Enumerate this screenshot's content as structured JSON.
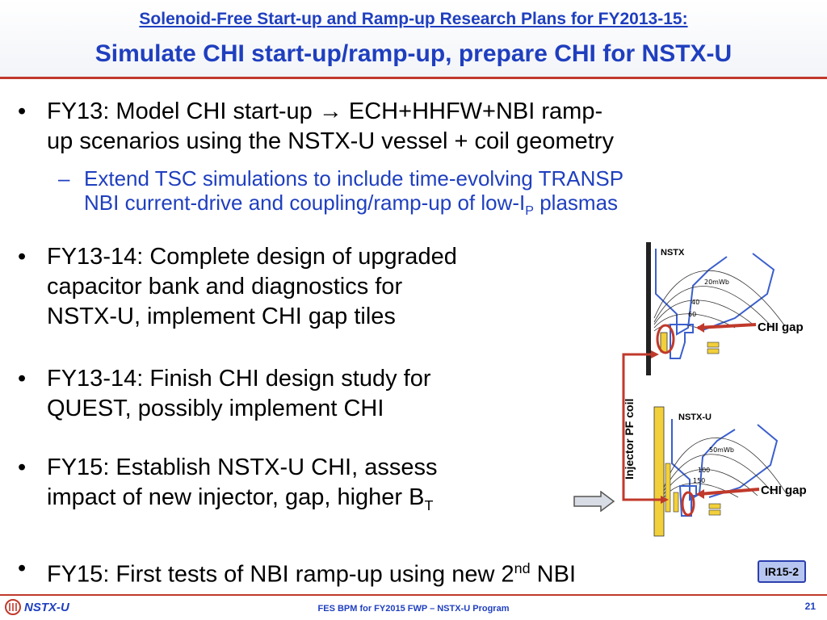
{
  "header": {
    "sup_title": "Solenoid-Free Start-up and Ramp-up Research Plans for FY2013-15:",
    "title": "Simulate CHI start-up/ramp-up, prepare CHI for NSTX-U"
  },
  "bullets": [
    {
      "dot": "•",
      "line1_a": "FY13:  Model CHI start-up ",
      "arrow": "→",
      "line1_b": " ECH+HHFW+NBI ramp-",
      "line2": "up scenarios using the NSTX-U vessel + coil geometry"
    },
    {
      "dot": "•",
      "line1": "FY13-14: Complete design of upgraded",
      "line2": "capacitor bank and diagnostics for",
      "line3": "NSTX-U, implement CHI gap tiles"
    },
    {
      "dot": "•",
      "line1": "FY13-14: Finish CHI design study for",
      "line2": "QUEST, possibly implement CHI"
    },
    {
      "dot": "•",
      "line1": "FY15: Establish NSTX-U CHI, assess",
      "line2a": "impact of new injector, gap, higher B",
      "line2_sub": "T"
    },
    {
      "dot": "•",
      "line1a": "FY15: First tests of NBI ramp-up using new 2",
      "line1_sup": "nd",
      "line1b": " NBI"
    }
  ],
  "sub_bullet": {
    "dash": "–",
    "line1": "Extend TSC simulations to include time-evolving TRANSP",
    "line2a": "NBI current-drive and coupling/ramp-up of low-I",
    "line2_sub": "P",
    "line2b": " plasmas"
  },
  "badge": "IR15-2",
  "diagram": {
    "top_label": "NSTX",
    "bottom_label": "NSTX-U",
    "side_label": "Injector PF coil",
    "gap_label": "CHI gap",
    "contours_top": [
      "20mWb",
      "40",
      "60"
    ],
    "contours_bottom": [
      "50mWb",
      "100",
      "150"
    ]
  },
  "footer": {
    "logo": "NSTX-U",
    "text": "FES BPM for FY2015 FWP – NSTX-U Program",
    "page": "21"
  },
  "colors": {
    "title_blue": "#1f3fbf",
    "accent_red": "#c0392b",
    "coil_yellow": "#f2d03b"
  }
}
